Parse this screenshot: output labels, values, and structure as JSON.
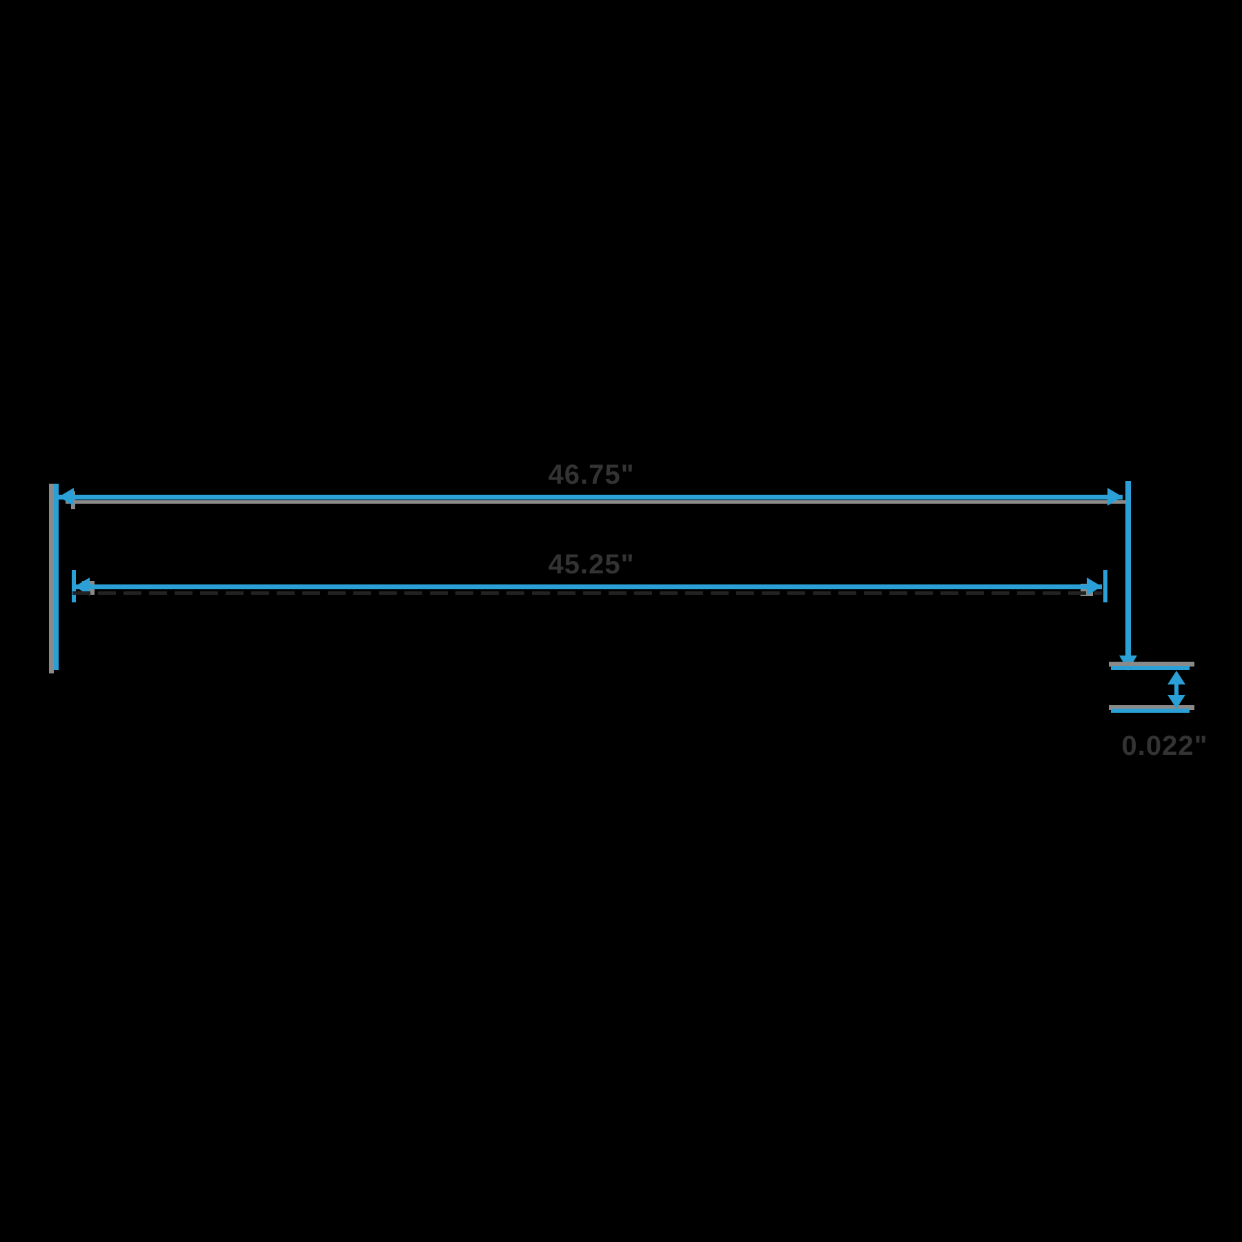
{
  "diagram": {
    "dimensions": {
      "overall_width": {
        "label": "46.75\""
      },
      "inner_width": {
        "label": "45.25\""
      },
      "thickness": {
        "label": "0.022\""
      }
    },
    "colors": {
      "dimension_blue": "#2AA0D6",
      "shadow_gray": "#8A8A8A",
      "label_gray": "#333333",
      "profile_dash_dark": "#222222",
      "background": "#000000"
    }
  }
}
